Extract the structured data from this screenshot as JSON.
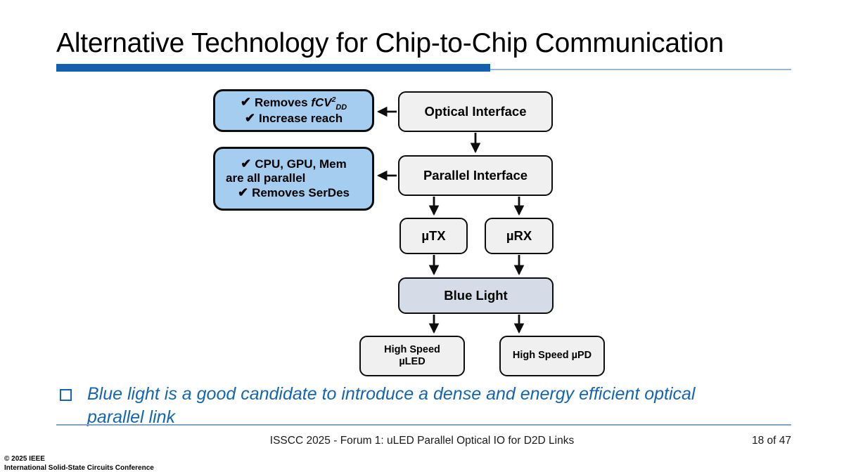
{
  "slide": {
    "title": "Alternative Technology for Chip-to-Chip Communication",
    "accent_color": "#1560ae",
    "rule_color": "#9bb7cf"
  },
  "callouts": [
    {
      "id": "callout-removes",
      "lines": [
        {
          "check": "✔",
          "text_prefix": "Removes ",
          "formula_base": "fCV",
          "formula_sup": "2",
          "formula_sub": "DD"
        },
        {
          "check": "✔",
          "text": "Increase reach"
        }
      ]
    },
    {
      "id": "callout-parallel",
      "lines": [
        {
          "check": "✔",
          "text": "CPU, GPU, Mem"
        },
        {
          "check": "",
          "text": "are all parallel"
        },
        {
          "check": "✔",
          "text": "Removes SerDes"
        }
      ]
    }
  ],
  "flow": {
    "optical_interface": "Optical Interface",
    "parallel_interface": "Parallel Interface",
    "utx": "µTX",
    "urx": "µRX",
    "blue_light": "Blue Light",
    "uled_line1": "High Speed",
    "uled_line2": "µLED",
    "upd": "High Speed µPD",
    "box_fill_gray": "#f0f0f0",
    "box_fill_bluegray": "#d5dce7",
    "callout_fill": "#a5cdf0",
    "border_color": "#0d0d0d"
  },
  "bullet": {
    "marker": "hollow-square",
    "text": "Blue light is a good candidate to introduce a dense and energy efficient optical parallel link",
    "color": "#1565b0"
  },
  "footer": {
    "center": "ISSCC 2025 - Forum 1: uLED Parallel Optical IO for D2D Links",
    "page": "18 of 47",
    "copyright_line1": "© 2025 IEEE",
    "copyright_line2": "International Solid-State Circuits Conference"
  }
}
